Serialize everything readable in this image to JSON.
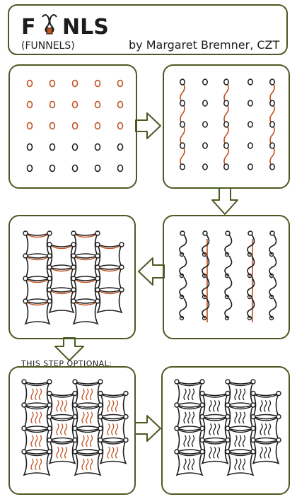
{
  "header": {
    "title": "FUNLS",
    "title_left": "F",
    "title_right": "NLS",
    "subtitle": "(FUNNELS)",
    "byline": "by Margaret Bremner, CZT"
  },
  "note": "THIS STEP OPTIONAL:",
  "colors": {
    "ink": "#1d1d1d",
    "frame": "#4b5a22",
    "arrow": "#4b5a22",
    "accent": "#c0501f",
    "paper": "#ffffff"
  },
  "steps": [
    {
      "id": "step-1-dots",
      "content": "orange-dot-grid"
    },
    {
      "id": "step-2-dots-with-waves",
      "content": "black-dots-orange-waves"
    },
    {
      "id": "step-3-hook-columns",
      "content": "hook-columns-orange-guides"
    },
    {
      "id": "step-4-funnel-grid",
      "content": "funnel-grid-orange-arcs"
    },
    {
      "id": "step-5-shaded-optional",
      "content": "funnel-grid-orange-fill"
    },
    {
      "id": "step-6-finished",
      "content": "funnel-grid-black-fill"
    }
  ]
}
